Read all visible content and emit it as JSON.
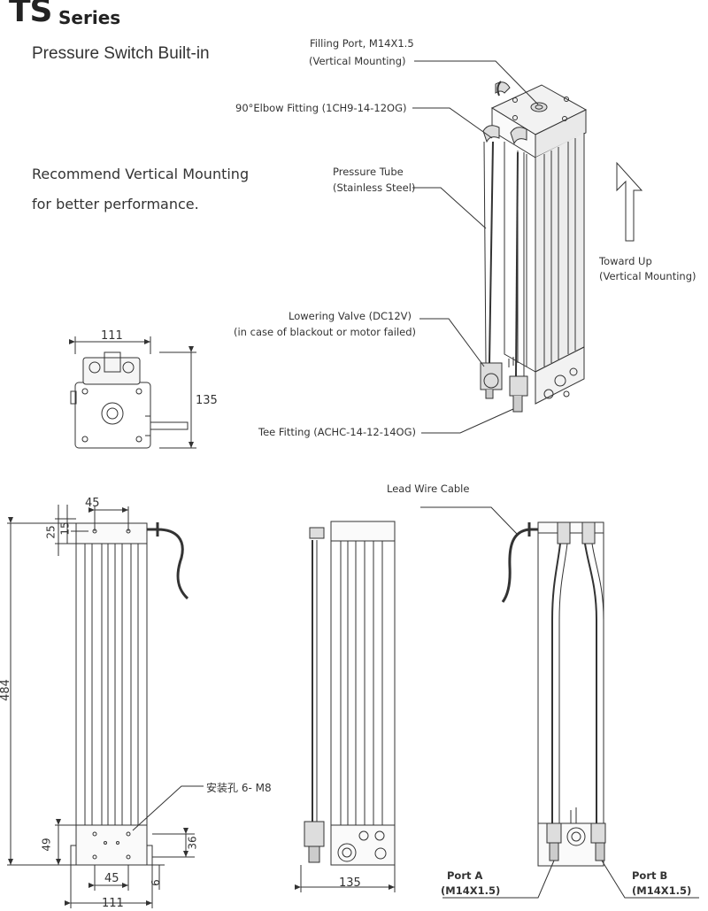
{
  "header": {
    "title": "TS",
    "series": "Series",
    "subtitle": "Pressure Switch Built-in"
  },
  "recommendation": {
    "line1": "Recommend Vertical Mounting",
    "line2": "for better performance."
  },
  "callouts": {
    "filling_port_l1": "Filling Port, M14X1.5",
    "filling_port_l2": "(Vertical Mounting)",
    "elbow_fitting": "90°Elbow Fitting (1CH9-14-12OG)",
    "pressure_tube_l1": "Pressure Tube",
    "pressure_tube_l2": "(Stainless Steel)",
    "toward_up_l1": "Toward Up",
    "toward_up_l2": "(Vertical Mounting)",
    "lowering_valve_l1": "Lowering Valve (DC12V)",
    "lowering_valve_l2": "(in case of blackout or motor failed)",
    "tee_fitting": "Tee Fitting (ACHC-14-12-14OG)",
    "lead_wire": "Lead Wire Cable",
    "mount_hole": "安装孔 6- M8",
    "port_a_l1": "Port A",
    "port_a_l2": "(M14X1.5)",
    "port_b_l1": "Port B",
    "port_b_l2": "(M14X1.5)"
  },
  "dimensions": {
    "top_width": "111",
    "top_height": "135",
    "front_45_top": "45",
    "front_25": "25",
    "front_15": "15",
    "front_484": "484",
    "front_49": "49",
    "front_36": "36",
    "front_45_bottom": "45",
    "front_6": "6",
    "front_111": "111",
    "side_135": "135"
  }
}
